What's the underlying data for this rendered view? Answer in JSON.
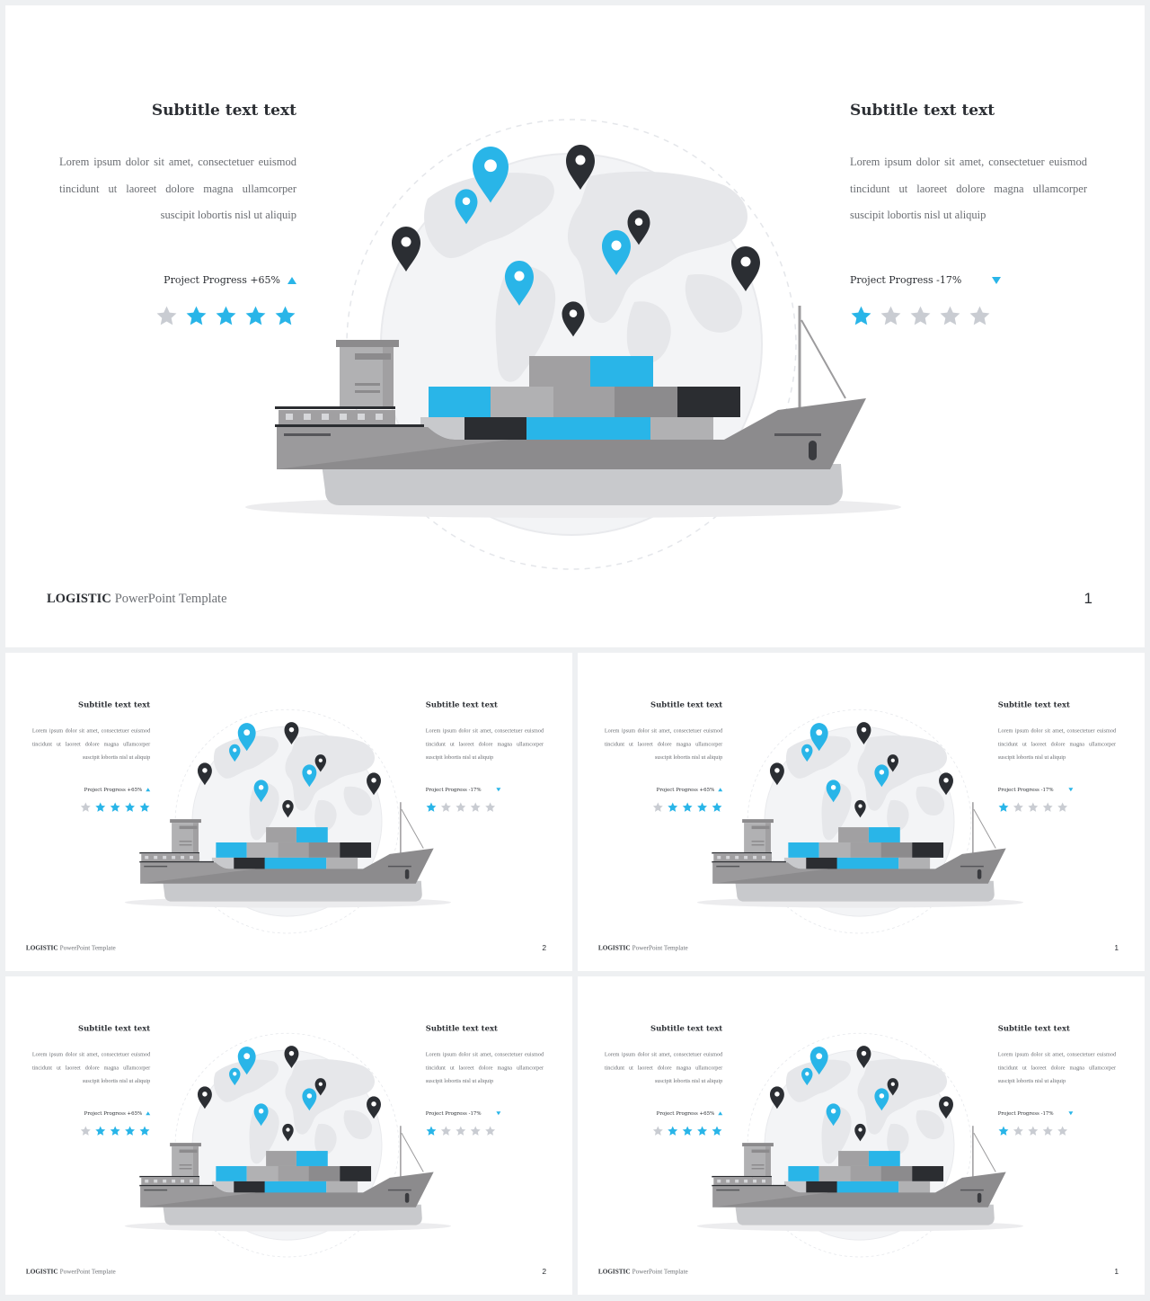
{
  "slides": [
    {
      "id": "slide-0",
      "page": "1",
      "size": "large"
    },
    {
      "id": "slide-1",
      "page": "2",
      "size": "small"
    },
    {
      "id": "slide-2",
      "page": "1",
      "size": "small"
    },
    {
      "id": "slide-3",
      "page": "2",
      "size": "small"
    },
    {
      "id": "slide-4",
      "page": "1",
      "size": "small"
    }
  ],
  "content": {
    "left": {
      "subtitle": "Subtitle text text",
      "body": "Lorem ipsum dolor sit amet, consectetuer euismod tincidunt ut laoreet dolore magna ullamcorper suscipit lobortis nisl ut aliquip",
      "progress_label": "Project Progress +65%",
      "trend": "up",
      "rating": 4,
      "max_rating": 5
    },
    "right": {
      "subtitle": "Subtitle text text",
      "body": "Lorem ipsum dolor sit amet, consectetuer euismod tincidunt ut laoreet dolore magna ullamcorper suscipit lobortis nisl ut aliquip",
      "progress_label": "Project Progress -17%",
      "trend": "down",
      "rating": 1,
      "max_rating": 5
    },
    "footer": {
      "brand": "LOGISTIC",
      "tagline": "PowerPoint Template"
    }
  },
  "icons": {
    "star": "star-icon",
    "trend_up": "triangle-up-icon",
    "trend_down": "triangle-down-icon",
    "pin": "map-pin-icon"
  },
  "colors": {
    "accent": "#29b5e8",
    "dark": "#2b2e33",
    "star_off": "#c9ccd2",
    "hull": "#8c8b8d",
    "container_gray": "#b1b1b3"
  },
  "pins": [
    {
      "color": "accent",
      "size": "large"
    },
    {
      "color": "accent",
      "size": "small"
    },
    {
      "color": "dark",
      "size": "medium"
    },
    {
      "color": "dark",
      "size": "medium"
    },
    {
      "color": "accent",
      "size": "medium"
    },
    {
      "color": "dark",
      "size": "small"
    },
    {
      "color": "accent",
      "size": "medium"
    },
    {
      "color": "dark",
      "size": "medium"
    },
    {
      "color": "dark",
      "size": "small"
    }
  ]
}
